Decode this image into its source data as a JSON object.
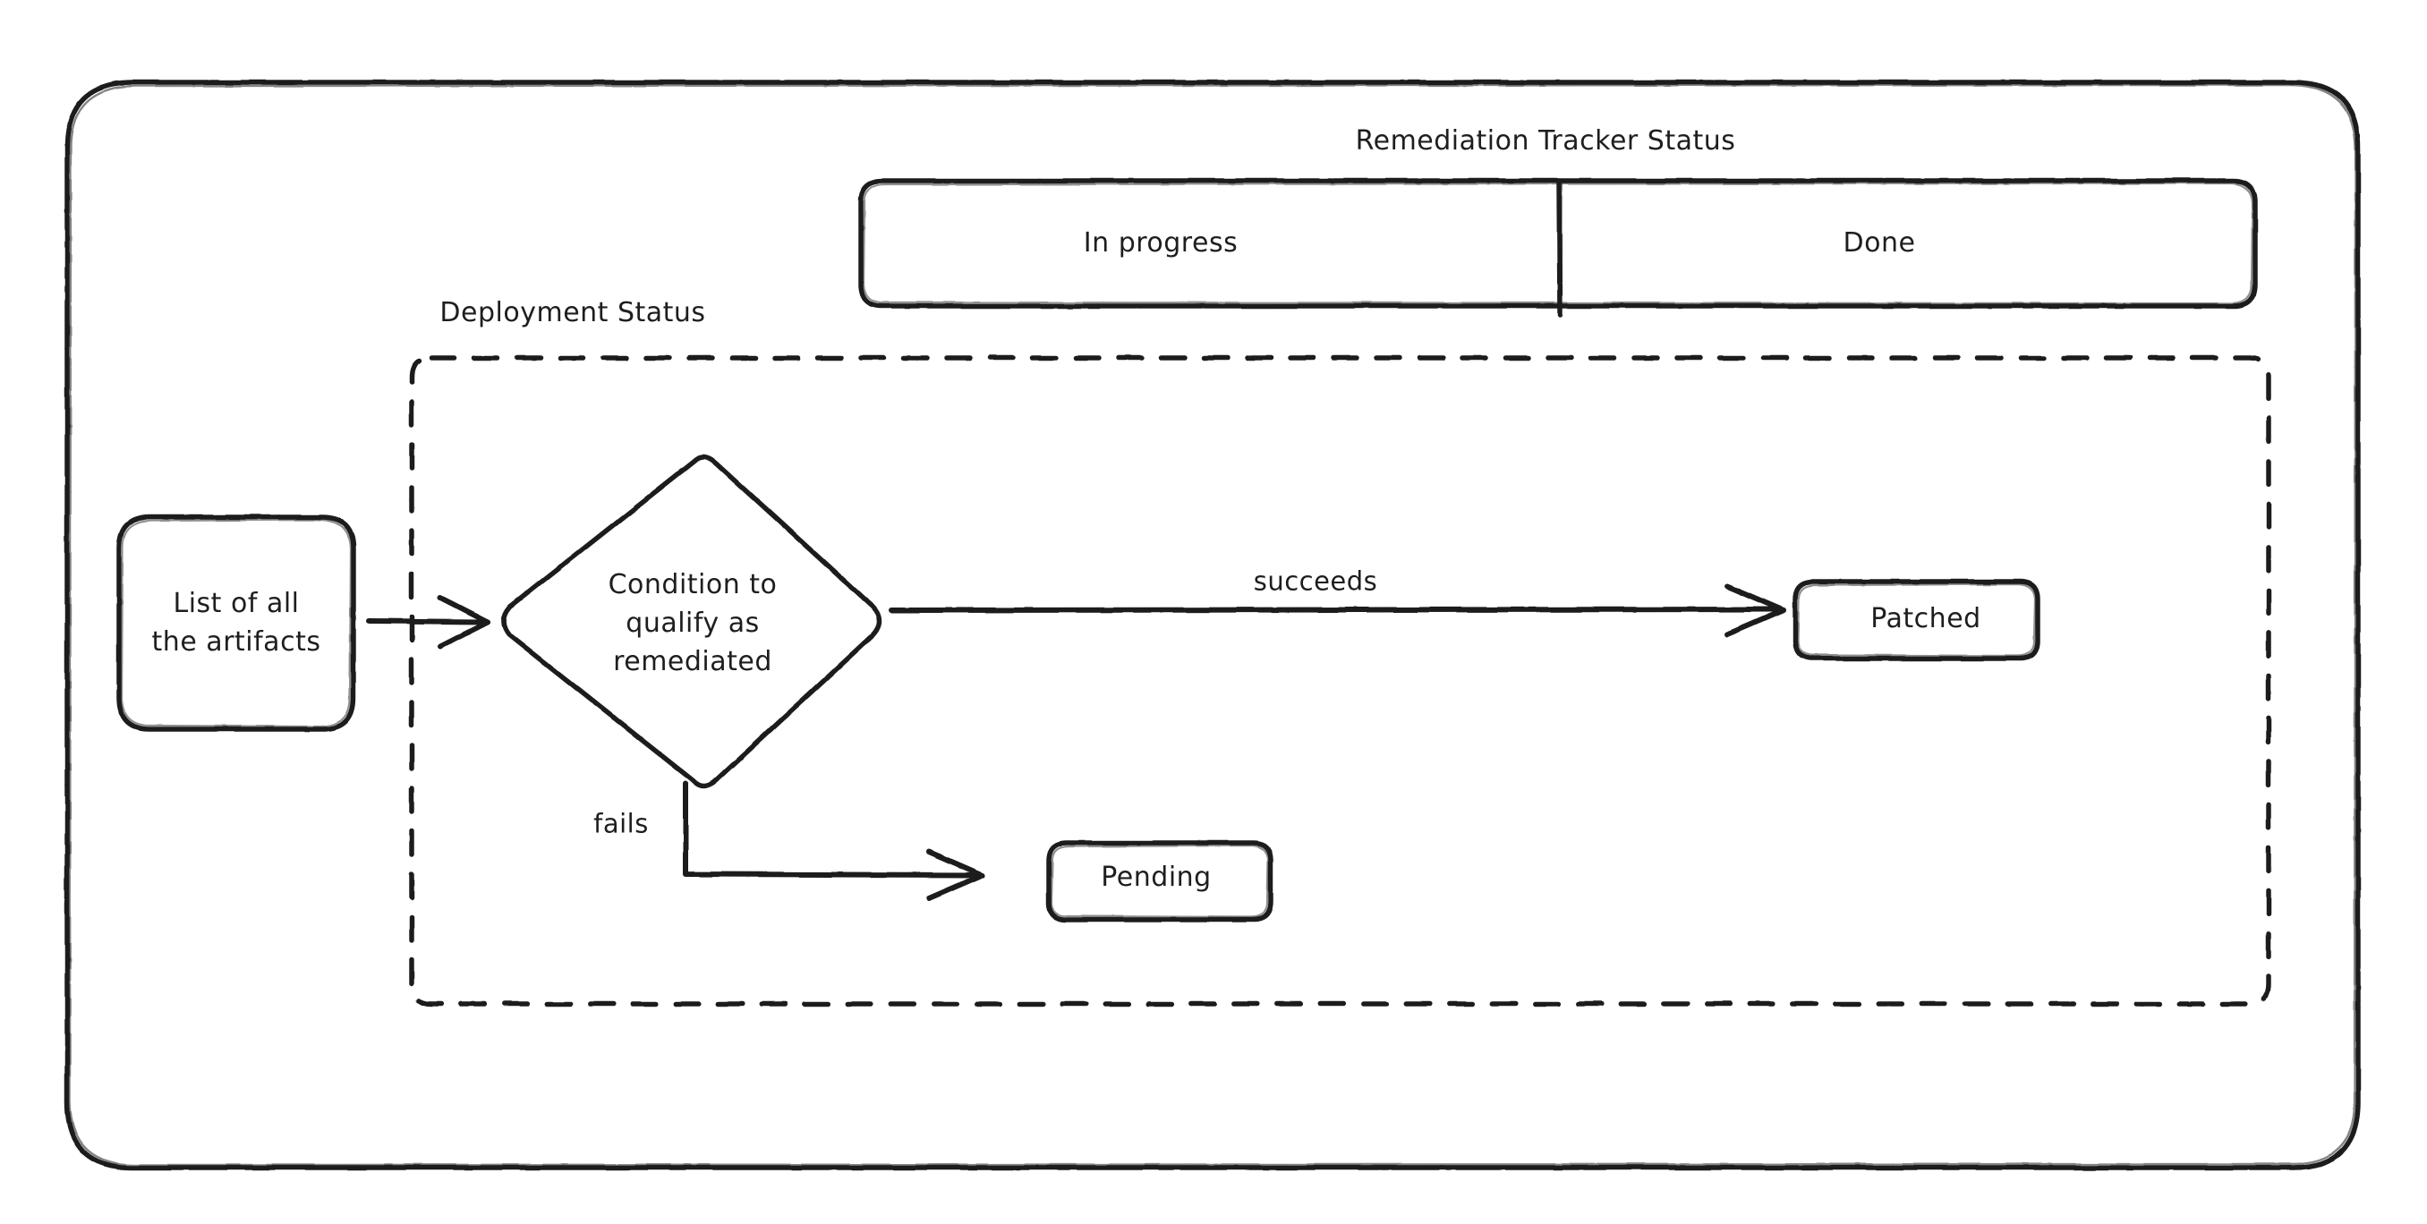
{
  "diagram": {
    "title": "Remediation Tracker Status",
    "background_color": "#ffffff",
    "stroke_color": "#1e1e1e",
    "style": "hand-drawn sketch"
  },
  "outer_frame": {
    "name": "outer-frame",
    "shape": "rounded-rectangle"
  },
  "tracker_bar": {
    "title": "Remediation Tracker Status",
    "cells": [
      {
        "label": "In progress"
      },
      {
        "label": "Done"
      }
    ]
  },
  "deployment_container": {
    "label": "Deployment Status",
    "border": "dashed"
  },
  "nodes": [
    {
      "id": "artifacts",
      "label": "List of all\nthe artifacts",
      "shape": "rounded-rectangle"
    },
    {
      "id": "condition",
      "label": "Condition to\nqualify as\nremediated",
      "shape": "diamond"
    },
    {
      "id": "patched",
      "label": "Patched",
      "shape": "rounded-rectangle"
    },
    {
      "id": "pending",
      "label": "Pending",
      "shape": "rounded-rectangle"
    }
  ],
  "edges": [
    {
      "id": "artifacts-to-condition",
      "label": "",
      "from": "artifacts",
      "to": "condition"
    },
    {
      "id": "condition-to-patched",
      "label": "succeeds",
      "from": "condition",
      "to": "patched"
    },
    {
      "id": "condition-to-pending",
      "label": "fails",
      "from": "condition",
      "to": "pending"
    }
  ],
  "labels": {
    "title": "Remediation Tracker Status",
    "deployment_status": "Deployment Status",
    "in_progress": "In progress",
    "done": "Done",
    "artifacts_line1": "List of all",
    "artifacts_line2": "the artifacts",
    "condition_line1": "Condition to",
    "condition_line2": "qualify as",
    "condition_line3": "remediated",
    "succeeds": "succeeds",
    "fails": "fails",
    "patched": "Patched",
    "pending": "Pending"
  }
}
